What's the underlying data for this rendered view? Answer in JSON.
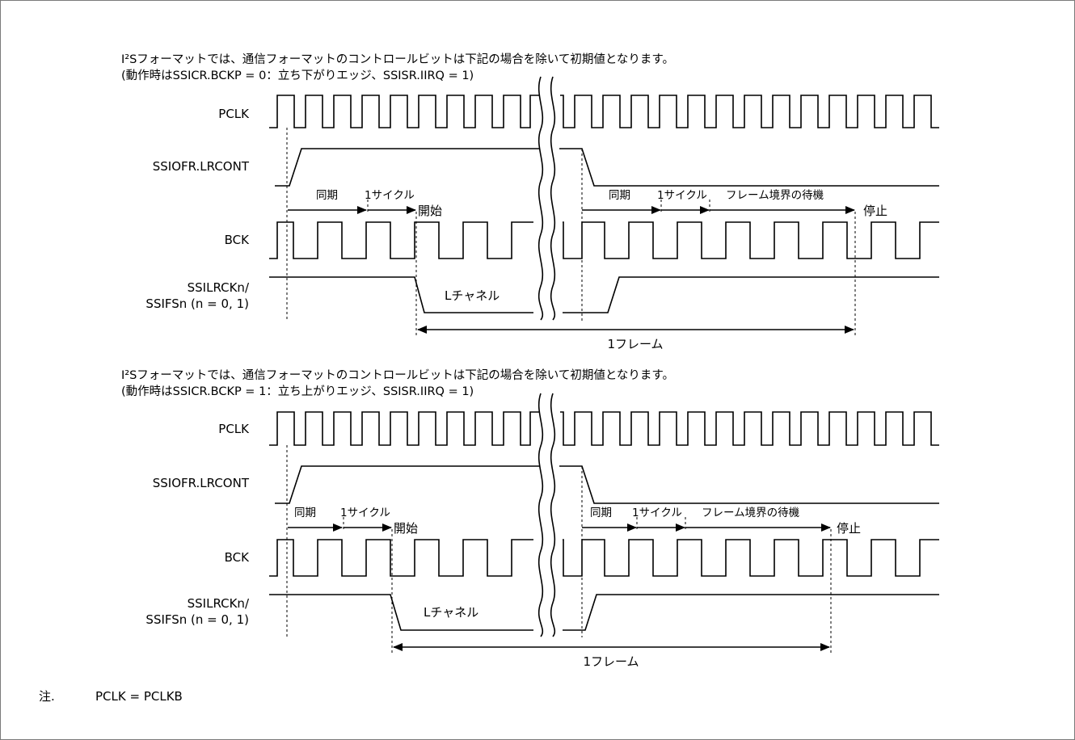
{
  "panels": [
    {
      "line1": "I²Sフォーマットでは、通信フォーマットのコントロールビットは下記の場合を除いて初期値となります。",
      "line2": "(動作時はSSICR.BCKP = 0：立ち下がりエッジ、SSISR.IIRQ = 1)",
      "signals": {
        "pclk": "PCLK",
        "lrcont": "SSIOFR.LRCONT",
        "bck": "BCK",
        "lrck_1": "SSILRCKn/",
        "lrck_2": "SSIFSn (n = 0, 1)"
      },
      "phases": {
        "sync": "同期",
        "cycle": "1サイクル",
        "start": "開始",
        "sync2": "同期",
        "cycle2": "1サイクル",
        "wait": "フレーム境界の待機",
        "stop": "停止"
      },
      "channel": "Lチャネル",
      "frame": "1フレーム"
    },
    {
      "line1": "I²Sフォーマットでは、通信フォーマットのコントロールビットは下記の場合を除いて初期値となります。",
      "line2": "(動作時はSSICR.BCKP = 1：立ち上がりエッジ、SSISR.IIRQ = 1)",
      "signals": {
        "pclk": "PCLK",
        "lrcont": "SSIOFR.LRCONT",
        "bck": "BCK",
        "lrck_1": "SSILRCKn/",
        "lrck_2": "SSIFSn (n = 0, 1)"
      },
      "phases": {
        "sync": "同期",
        "cycle": "1サイクル",
        "start": "開始",
        "sync2": "同期",
        "cycle2": "1サイクル",
        "wait": "フレーム境界の待機",
        "stop": "停止"
      },
      "channel": "Lチャネル",
      "frame": "1フレーム"
    }
  ],
  "note": {
    "label": "注.",
    "text": "PCLK = PCLKB"
  }
}
